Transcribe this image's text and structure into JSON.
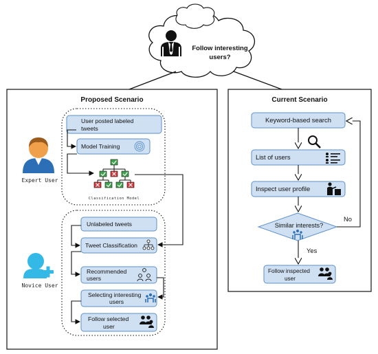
{
  "thought_bubble": {
    "line1": "Follow interesting",
    "line2": "users?"
  },
  "proposed": {
    "title": "Proposed Scenario",
    "expert_label": "Expert User",
    "novice_label": "Novice User",
    "training": {
      "posted_line1": "User posted labeled",
      "posted_line2": "tweets",
      "model_training": "Model Training",
      "classification_model": "Classification Model"
    },
    "novice_flow": {
      "unlabeled": "Unlabeled tweets",
      "tweet_classification": "Tweet Classification",
      "recommended_line1": "Recommended",
      "recommended_line2": "users",
      "selecting_line1": "Selecting interesting",
      "selecting_line2": "users",
      "follow_line1": "Follow selected",
      "follow_line2": "user"
    }
  },
  "current": {
    "title": "Current Scenario",
    "keyword_search": "Keyword-based search",
    "list_users": "List of users",
    "inspect_profile": "Inspect user profile",
    "similar_interests": "Similar interests?",
    "yes": "Yes",
    "no": "No",
    "follow_line1": "Follow inspected",
    "follow_line2": "user"
  },
  "colors": {
    "node_fill": "#cfe0f3",
    "node_stroke": "#5b8fc9",
    "person_blue": "#2d6fb7",
    "expert_orange": "#f0a04a",
    "novice_cyan": "#34b8e6",
    "green_check": "#3fa34d",
    "red_x": "#d9383a"
  }
}
